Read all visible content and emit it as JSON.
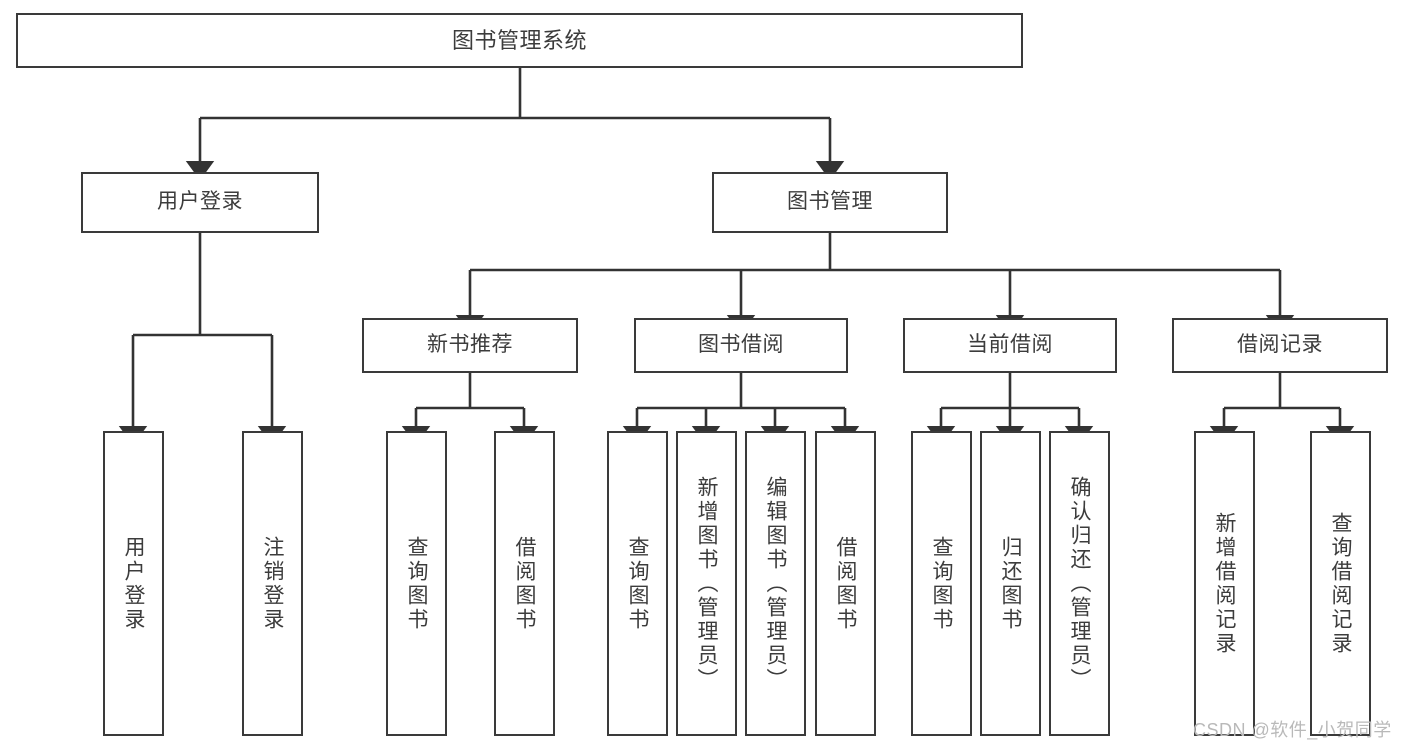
{
  "diagram": {
    "title": "图书管理系统",
    "type": "tree-hierarchy-chart",
    "colors": {
      "box_border": "#3a3a3a",
      "box_fill": "#ffffff",
      "text": "#3c3c3c",
      "connector": "#333333",
      "watermark": "#b9b9b9",
      "background": "#ffffff"
    },
    "root": {
      "label": "图书管理系统"
    },
    "level1": [
      {
        "label": "用户登录"
      },
      {
        "label": "图书管理"
      }
    ],
    "level2": [
      {
        "label": "新书推荐"
      },
      {
        "label": "图书借阅"
      },
      {
        "label": "当前借阅"
      },
      {
        "label": "借阅记录"
      }
    ],
    "leaves": {
      "user_login": [
        {
          "label": "用户登录"
        },
        {
          "label": "注销登录"
        }
      ],
      "new_book_recommend": [
        {
          "label": "查询图书"
        },
        {
          "label": "借阅图书"
        }
      ],
      "book_borrow": [
        {
          "label": "查询图书"
        },
        {
          "label": "新增图书（管理员）"
        },
        {
          "label": "编辑图书（管理员）"
        },
        {
          "label": "借阅图书"
        }
      ],
      "current_borrow": [
        {
          "label": "查询图书"
        },
        {
          "label": "归还图书"
        },
        {
          "label": "确认归还（管理员）"
        }
      ],
      "borrow_record": [
        {
          "label": "新增借阅记录"
        },
        {
          "label": "查询借阅记录"
        }
      ]
    },
    "watermark": "CSDN @软件_小贺同学"
  }
}
